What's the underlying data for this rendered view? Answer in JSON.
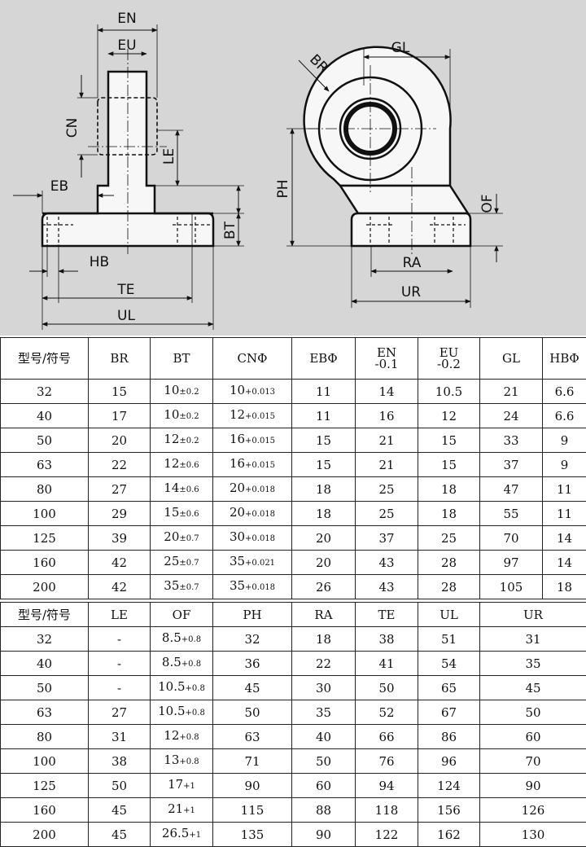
{
  "drawing": {
    "labels": {
      "en": "EN",
      "eu": "EU",
      "cn": "CN",
      "le": "LE",
      "eb": "EB",
      "bt": "BT",
      "hb": "HB",
      "te": "TE",
      "ul": "UL",
      "br": "BR",
      "gl": "GL",
      "ph": "PH",
      "of": "OF",
      "ra": "RA",
      "ur": "UR"
    }
  },
  "table1": {
    "headers": [
      {
        "main": "型号/符号",
        "sub": ""
      },
      {
        "main": "BR",
        "sub": ""
      },
      {
        "main": "BT",
        "sub": ""
      },
      {
        "main": "CNΦ",
        "sub": ""
      },
      {
        "main": "EBΦ",
        "sub": ""
      },
      {
        "main": "EN",
        "sub": "-0.1"
      },
      {
        "main": "EU",
        "sub": "-0.2"
      },
      {
        "main": "GL",
        "sub": ""
      },
      {
        "main": "HBΦ",
        "sub": ""
      }
    ],
    "rows": [
      [
        {
          "v": "32"
        },
        {
          "v": "15"
        },
        {
          "v": "10",
          "t": "±0.2"
        },
        {
          "v": "10",
          "t": "+0.013"
        },
        {
          "v": "11"
        },
        {
          "v": "14"
        },
        {
          "v": "10.5"
        },
        {
          "v": "21"
        },
        {
          "v": "6.6"
        }
      ],
      [
        {
          "v": "40"
        },
        {
          "v": "17"
        },
        {
          "v": "10",
          "t": "±0.2"
        },
        {
          "v": "12",
          "t": "+0.015"
        },
        {
          "v": "11"
        },
        {
          "v": "16"
        },
        {
          "v": "12"
        },
        {
          "v": "24"
        },
        {
          "v": "6.6"
        }
      ],
      [
        {
          "v": "50"
        },
        {
          "v": "20"
        },
        {
          "v": "12",
          "t": "±0.2"
        },
        {
          "v": "16",
          "t": "+0.015"
        },
        {
          "v": "15"
        },
        {
          "v": "21"
        },
        {
          "v": "15"
        },
        {
          "v": "33"
        },
        {
          "v": "9"
        }
      ],
      [
        {
          "v": "63"
        },
        {
          "v": "22"
        },
        {
          "v": "12",
          "t": "±0.6"
        },
        {
          "v": "16",
          "t": "+0.015"
        },
        {
          "v": "15"
        },
        {
          "v": "21"
        },
        {
          "v": "15"
        },
        {
          "v": "37"
        },
        {
          "v": "9"
        }
      ],
      [
        {
          "v": "80"
        },
        {
          "v": "27"
        },
        {
          "v": "14",
          "t": "±0.6"
        },
        {
          "v": "20",
          "t": "+0.018"
        },
        {
          "v": "18"
        },
        {
          "v": "25"
        },
        {
          "v": "18"
        },
        {
          "v": "47"
        },
        {
          "v": "11"
        }
      ],
      [
        {
          "v": "100"
        },
        {
          "v": "29"
        },
        {
          "v": "15",
          "t": "±0.6"
        },
        {
          "v": "20",
          "t": "+0.018"
        },
        {
          "v": "18"
        },
        {
          "v": "25"
        },
        {
          "v": "18"
        },
        {
          "v": "55"
        },
        {
          "v": "11"
        }
      ],
      [
        {
          "v": "125"
        },
        {
          "v": "39"
        },
        {
          "v": "20",
          "t": "±0.7"
        },
        {
          "v": "30",
          "t": "+0.018"
        },
        {
          "v": "20"
        },
        {
          "v": "37"
        },
        {
          "v": "25"
        },
        {
          "v": "70"
        },
        {
          "v": "14"
        }
      ],
      [
        {
          "v": "160"
        },
        {
          "v": "42"
        },
        {
          "v": "25",
          "t": "±0.7"
        },
        {
          "v": "35",
          "t": "+0.021"
        },
        {
          "v": "20"
        },
        {
          "v": "43"
        },
        {
          "v": "28"
        },
        {
          "v": "97"
        },
        {
          "v": "14"
        }
      ],
      [
        {
          "v": "200"
        },
        {
          "v": "42"
        },
        {
          "v": "35",
          "t": "±0.7"
        },
        {
          "v": "35",
          "t": "+0.018"
        },
        {
          "v": "26"
        },
        {
          "v": "43"
        },
        {
          "v": "28"
        },
        {
          "v": "105"
        },
        {
          "v": "18"
        }
      ]
    ]
  },
  "table2": {
    "headers": [
      "型号/符号",
      "LE",
      "OF",
      "PH",
      "RA",
      "TE",
      "UL",
      "UR"
    ],
    "rows": [
      [
        {
          "v": "32"
        },
        {
          "v": "-"
        },
        {
          "v": "8.5",
          "t": "+0.8"
        },
        {
          "v": "32"
        },
        {
          "v": "18"
        },
        {
          "v": "38"
        },
        {
          "v": "51"
        },
        {
          "v": "31"
        }
      ],
      [
        {
          "v": "40"
        },
        {
          "v": "-"
        },
        {
          "v": "8.5",
          "t": "+0.8"
        },
        {
          "v": "36"
        },
        {
          "v": "22"
        },
        {
          "v": "41"
        },
        {
          "v": "54"
        },
        {
          "v": "35"
        }
      ],
      [
        {
          "v": "50"
        },
        {
          "v": "-"
        },
        {
          "v": "10.5",
          "t": "+0.8"
        },
        {
          "v": "45"
        },
        {
          "v": "30"
        },
        {
          "v": "50"
        },
        {
          "v": "65"
        },
        {
          "v": "45"
        }
      ],
      [
        {
          "v": "63"
        },
        {
          "v": "27"
        },
        {
          "v": "10.5",
          "t": "+0.8"
        },
        {
          "v": "50"
        },
        {
          "v": "35"
        },
        {
          "v": "52"
        },
        {
          "v": "67"
        },
        {
          "v": "50"
        }
      ],
      [
        {
          "v": "80"
        },
        {
          "v": "31"
        },
        {
          "v": "12",
          "t": "+0.8"
        },
        {
          "v": "63"
        },
        {
          "v": "40"
        },
        {
          "v": "66"
        },
        {
          "v": "86"
        },
        {
          "v": "60"
        }
      ],
      [
        {
          "v": "100"
        },
        {
          "v": "38"
        },
        {
          "v": "13",
          "t": "+0.8"
        },
        {
          "v": "71"
        },
        {
          "v": "50"
        },
        {
          "v": "76"
        },
        {
          "v": "96"
        },
        {
          "v": "70"
        }
      ],
      [
        {
          "v": "125"
        },
        {
          "v": "50"
        },
        {
          "v": "17",
          "t": "+1"
        },
        {
          "v": "90"
        },
        {
          "v": "60"
        },
        {
          "v": "94"
        },
        {
          "v": "124"
        },
        {
          "v": "90"
        }
      ],
      [
        {
          "v": "160"
        },
        {
          "v": "45"
        },
        {
          "v": "21",
          "t": "+1"
        },
        {
          "v": "115"
        },
        {
          "v": "88"
        },
        {
          "v": "118"
        },
        {
          "v": "156"
        },
        {
          "v": "126"
        }
      ],
      [
        {
          "v": "200"
        },
        {
          "v": "45"
        },
        {
          "v": "26.5",
          "t": "+1"
        },
        {
          "v": "135"
        },
        {
          "v": "90"
        },
        {
          "v": "122"
        },
        {
          "v": "162"
        },
        {
          "v": "130"
        }
      ]
    ]
  }
}
